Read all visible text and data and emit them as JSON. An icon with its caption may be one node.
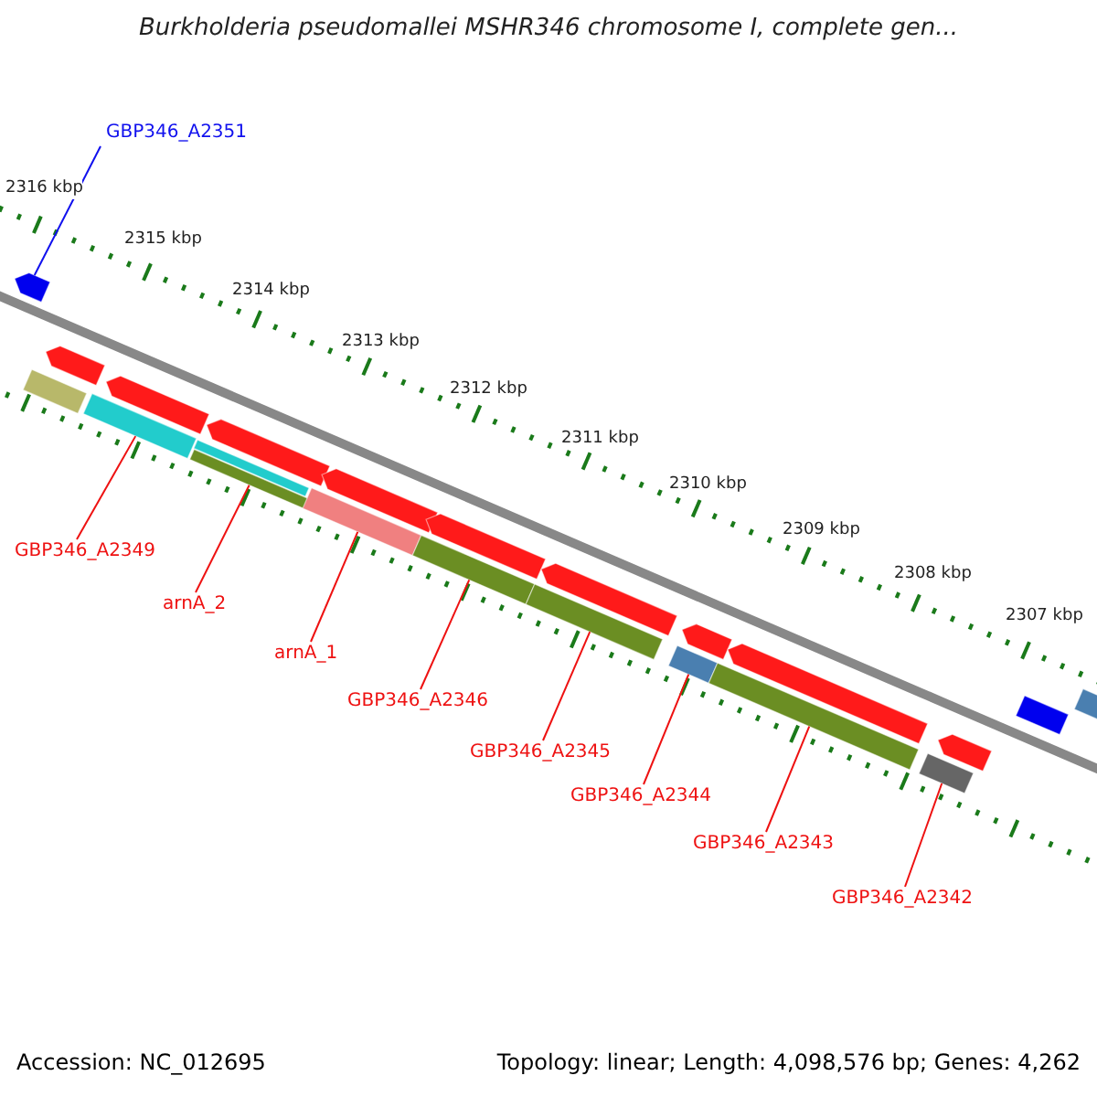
{
  "diagram": {
    "title": "Burkholderia pseudomallei MSHR346 chromosome I, complete gen...",
    "nodes": [
      {
        "text": [
          "GBP346_A2351"
        ]
      },
      {
        "text": [],
        "shape": "bar"
      },
      {
        "text": [
          "GBP346_A2349"
        ]
      },
      {
        "text": [],
        "shape": "bar"
      },
      {
        "text": [
          "arnA_2"
        ]
      },
      {
        "text": [],
        "shape": "bar"
      },
      {
        "text": [
          "arnA_1"
        ]
      },
      {
        "text": [],
        "shape": "bar"
      },
      {
        "text": [
          "GBP346_A2346"
        ]
      },
      {
        "text": [],
        "shape": "bar"
      },
      {
        "text": [
          "GBP346_A2345"
        ]
      },
      {
        "text": [],
        "shape": "bar"
      },
      {
        "text": [
          "GBP346_A2344"
        ]
      },
      {
        "text": [],
        "shape": "bar"
      },
      {
        "text": [
          "GBP346_A2343"
        ]
      },
      {
        "text": [],
        "shape": "bar"
      },
      {
        "text": [
          "GBP346_A2342"
        ]
      },
      {
        "text": [],
        "shape": "bar"
      },
      {
        "text": [],
        "shape": "bar"
      },
      {
        "text": [],
        "shape": "bar"
      },
      {
        "text": [],
        "shape": "bar"
      },
      {
        "text": [],
        "shape": "bar"
      },
      {
        "text": [],
        "shape": "bar"
      },
      {
        "text": [],
        "shape": "bar"
      },
      {
        "text": [],
        "shape": "bar"
      },
      {
        "text": [],
        "shape": "bar"
      },
      {
        "text": [],
        "shape": "bar"
      },
      {
        "text": [],
        "shape": "bar"
      },
      {
        "text": [],
        "shape": "bar"
      },
      {
        "text": [],
        "shape": "bar"
      },
      {
        "text": [],
        "shape": "bar"
      }
    ],
    "edges": [
      {
        "from": 0,
        "to": 1,
        "arrow": "none",
        "color": "#1010ee"
      },
      {
        "from": 2,
        "to": 3,
        "arrow": "none"
      },
      {
        "from": 4,
        "to": 5,
        "arrow": "none"
      },
      {
        "from": 6,
        "to": 7,
        "arrow": "none"
      },
      {
        "from": 8,
        "to": 9,
        "arrow": "none"
      },
      {
        "from": 10,
        "to": 11,
        "arrow": "none"
      },
      {
        "from": 12,
        "to": 13,
        "arrow": "none"
      },
      {
        "from": 14,
        "to": 15,
        "arrow": "none"
      },
      {
        "from": 16,
        "to": 17,
        "arrow": "none"
      }
    ],
    "labels": [
      "2316 kbp",
      "2315 kbp",
      "2314 kbp",
      "2313 kbp",
      "2312 kbp",
      "2311 kbp",
      "2310 kbp",
      "2309 kbp",
      "2308 kbp",
      "2307 kbp",
      "Accession: NC_012695",
      "Topology: linear; Length: 4,098,576 bp; Genes: 4,262"
    ]
  }
}
